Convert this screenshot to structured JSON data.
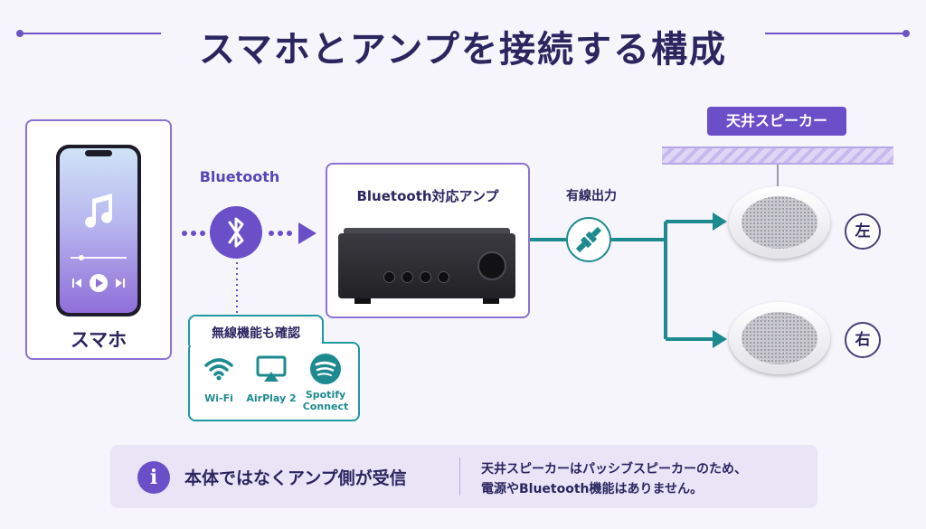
{
  "title": "スマホとアンプを接続する構成",
  "phone": {
    "label": "スマホ",
    "screen_icon": "music-note-icon",
    "controls": [
      "previous-icon",
      "play-icon",
      "next-icon"
    ]
  },
  "bluetooth": {
    "label": "Bluetooth",
    "icon": "bluetooth-icon"
  },
  "amp": {
    "label": "Bluetooth対応アンプ"
  },
  "wired": {
    "label": "有線出力",
    "icon": "cable-connector-icon"
  },
  "ceiling": {
    "label": "天井スピーカー"
  },
  "speakers": {
    "left_label": "左",
    "right_label": "右"
  },
  "wireless": {
    "title": "無線機能も確認",
    "items": [
      {
        "label": "Wi-Fi",
        "icon": "wifi-icon"
      },
      {
        "label": "AirPlay 2",
        "icon": "airplay-icon"
      },
      {
        "label_line1": "Spotify",
        "label_line2": "Connect",
        "icon": "spotify-icon"
      }
    ]
  },
  "info": {
    "icon": "info-icon",
    "icon_text": "i",
    "heading": "本体ではなくアンプ側が受信",
    "body_line1": "天井スピーカーはパッシブスピーカーのため、",
    "body_line2": "電源やBluetooth機能はありません。"
  },
  "colors": {
    "purple": "#6b4fc8",
    "teal": "#1d8a8f",
    "navy": "#2b2560",
    "background": "#f6f5fb"
  }
}
